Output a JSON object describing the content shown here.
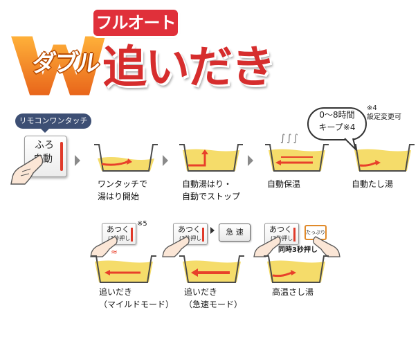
{
  "title": {
    "badge": "フルオート",
    "prefix": "ダブル",
    "main": "追いだき"
  },
  "remote": {
    "tag": "リモコンワンタッチ",
    "button_line1": "ふろ",
    "button_line2": "自動"
  },
  "bubble": {
    "line1": "0～8時間",
    "line2": "キープ※4"
  },
  "note4": {
    "line1": "※4",
    "line2": "設定変更可"
  },
  "steps_top": [
    {
      "line1": "ワンタッチで",
      "line2": "湯はり開始"
    },
    {
      "line1": "自動湯はり・",
      "line2": "自動でストップ"
    },
    {
      "line1": "自動保温",
      "line2": ""
    },
    {
      "line1": "自動たし湯",
      "line2": ""
    }
  ],
  "buttons_bottom": {
    "atsuku": "あつく",
    "hold": "(3秒押し)",
    "kyusoku": "急 速",
    "tappuri": "たっぷり",
    "note5": "※5",
    "simultaneous": "同時3秒押し"
  },
  "steps_bottom": [
    {
      "line1": "追いだき",
      "line2": "（マイルドモード）"
    },
    {
      "line1": "追いだき",
      "line2": "（急速モード）"
    },
    {
      "line1": "高温さし湯",
      "line2": ""
    }
  ],
  "colors": {
    "water": "#f5dc6a",
    "tub_stroke": "#4a4a4a",
    "arrow": "#e8402a",
    "logo_red": "#d62d2d",
    "logo_orange": "#f08a1c",
    "tag_navy": "#3d4f74"
  }
}
